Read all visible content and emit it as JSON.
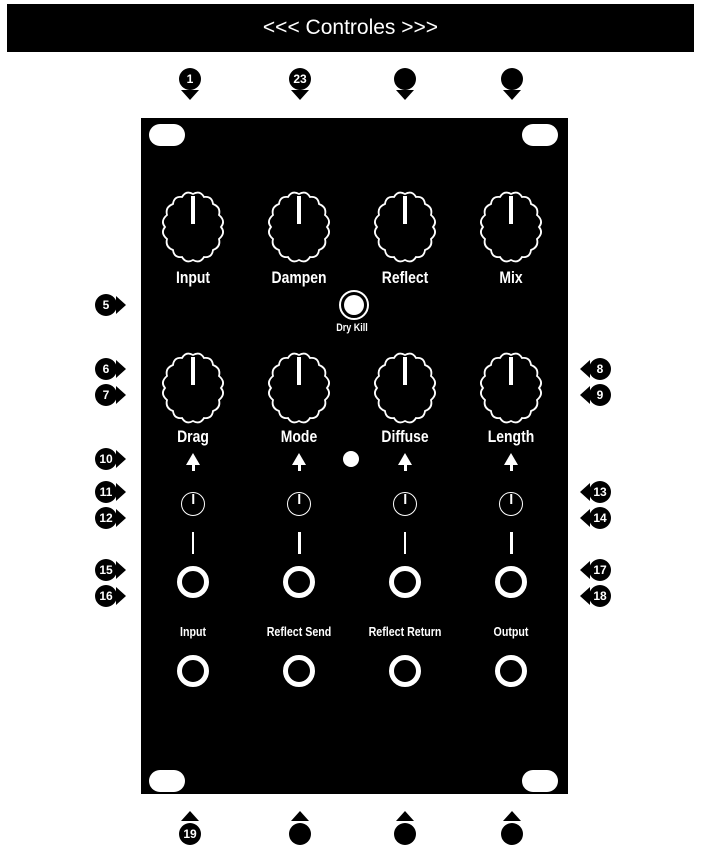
{
  "header": {
    "title": "<<< Controles >>>"
  },
  "knobs_top": [
    "Input",
    "Dampen",
    "Reflect",
    "Mix"
  ],
  "knobs_bottom": [
    "Drag",
    "Mode",
    "Diffuse",
    "Length"
  ],
  "button_label": "Dry Kill",
  "jack_labels": [
    "Input",
    "Reflect Send",
    "Reflect Return",
    "Output"
  ],
  "callouts": {
    "top": [
      "1",
      "23",
      "",
      ""
    ],
    "left": [
      "5",
      "6",
      "7",
      "10",
      "11",
      "12",
      "15",
      "16"
    ],
    "right": [
      "8",
      "9",
      "13",
      "14",
      "17",
      "18"
    ],
    "bottom": [
      "19",
      "",
      "",
      ""
    ]
  }
}
